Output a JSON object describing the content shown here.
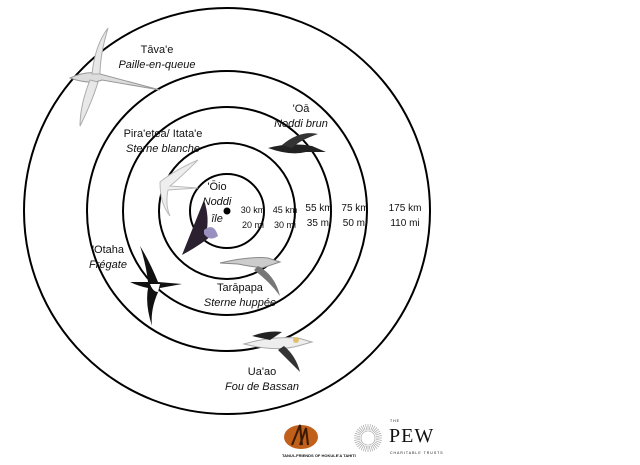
{
  "center": {
    "native": "'Ōio",
    "french": "Noddi",
    "extra": "île"
  },
  "rings": [
    {
      "km": "30 km",
      "mi": "20 mi"
    },
    {
      "km": "45 km",
      "mi": "30 mi"
    },
    {
      "km": "55 km",
      "mi": "35 mi"
    },
    {
      "km": "75 km",
      "mi": "50 mi"
    },
    {
      "km": "175 km",
      "mi": "110 mi"
    }
  ],
  "birds": [
    {
      "native": "Tāva'e",
      "french": "Paille-en-queue"
    },
    {
      "native": "'Oā",
      "french": "Noddi brun"
    },
    {
      "native": "Pira'etea/ Itata'e",
      "french": "Sterne blanche"
    },
    {
      "native": "'Otaha",
      "french": "Frégate"
    },
    {
      "native": "Tarāpapa",
      "french": "Sterne huppée"
    },
    {
      "native": "Ua'ao",
      "french": "Fou de Bassan"
    }
  ],
  "logos": {
    "tanui": "TANUI–FRIENDS OF HOKULE'A TAHITI",
    "pew_small": "THE",
    "pew": "PEW",
    "pew_sub": "CHARITABLE TRUSTS"
  }
}
